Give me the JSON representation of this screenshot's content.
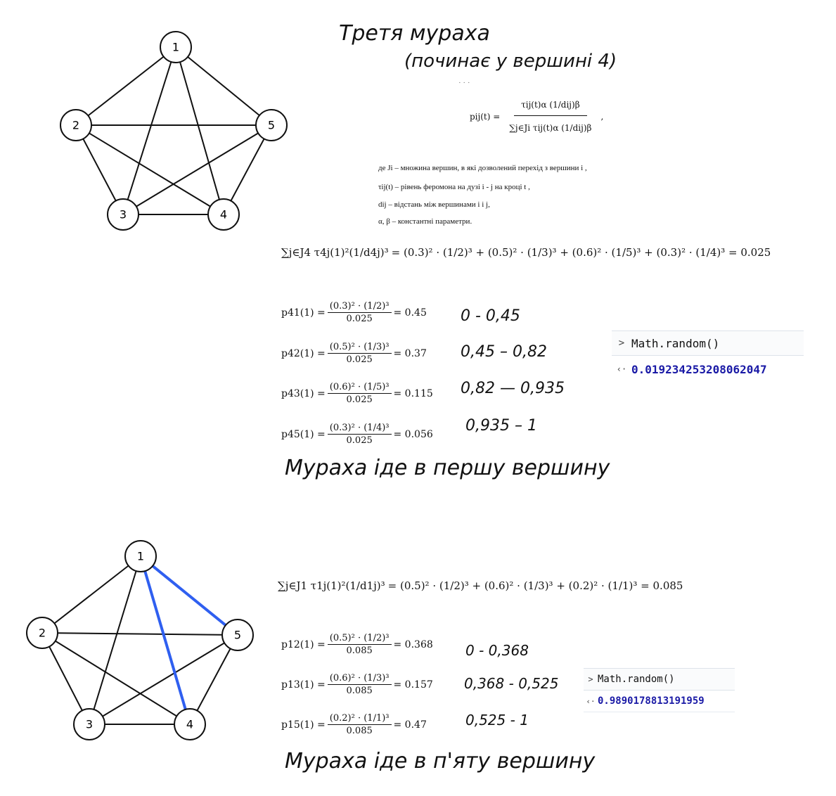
{
  "heading": {
    "line1": "Третя мураха",
    "line2": "(починає у вершині 4)",
    "dots": "· · ·"
  },
  "formula": {
    "lhs": "pij(t) =",
    "numerator": "τij(t)α (1/dij)β",
    "denominator": "∑j∈Ji τij(t)α (1/dij)β",
    "tail": ",",
    "notes": [
      "де Ji – множина вершин, в які дозволений перехід з вершини  i ,",
      "τij(t) – рівень феромона на дузі  i - j  на кроці  t  ,",
      "dij – відстань між вершинами  i  і  j,",
      "α, β – константні параметри."
    ]
  },
  "graphs": [
    {
      "nodes": [
        "1",
        "2",
        "3",
        "4",
        "5"
      ],
      "highlighted": []
    },
    {
      "nodes": [
        "1",
        "2",
        "3",
        "4",
        "5"
      ],
      "highlighted": [
        [
          "1",
          "5"
        ],
        [
          "1",
          "4"
        ]
      ],
      "highlight_color": "#2f5ff0"
    }
  ],
  "section1": {
    "sum_label": "∑j∈J4 τ4j(1)²(1/d4j)³",
    "sum_expr": "= (0.3)² · (1/2)³ + (0.5)² · (1/3)³ + (0.6)² · (1/5)³ + (0.3)² · (1/4)³ = 0.025",
    "probs": [
      {
        "lhs": "p41(1) =",
        "num": "(0.3)² · (1/2)³",
        "den": "0.025",
        "rhs": "= 0.45",
        "range": "0 - 0,45"
      },
      {
        "lhs": "p42(1) =",
        "num": "(0.5)² · (1/3)³",
        "den": "0.025",
        "rhs": "= 0.37",
        "range": "0,45 – 0,82"
      },
      {
        "lhs": "p43(1) =",
        "num": "(0.6)² · (1/5)³",
        "den": "0.025",
        "rhs": "= 0.115",
        "range": "0,82 — 0,935"
      },
      {
        "lhs": "p45(1) =",
        "num": "(0.3)² · (1/4)³",
        "den": "0.025",
        "rhs": "= 0.056",
        "range": "0,935 – 1"
      }
    ],
    "console": {
      "command": "Math.random()",
      "result": "0.019234253208062047",
      "prompt_in": ">",
      "prompt_out": "‹·"
    },
    "conclusion": "Мураха іде в першу вершину"
  },
  "section2": {
    "sum_label": "∑j∈J1 τ1j(1)²(1/d1j)³",
    "sum_expr": "= (0.5)² · (1/2)³ + (0.6)² · (1/3)³ + (0.2)² · (1/1)³ = 0.085",
    "probs": [
      {
        "lhs": "p12(1) =",
        "num": "(0.5)² · (1/2)³",
        "den": "0.085",
        "rhs": "= 0.368",
        "range": "0 - 0,368"
      },
      {
        "lhs": "p13(1) =",
        "num": "(0.6)² · (1/3)³",
        "den": "0.085",
        "rhs": "= 0.157",
        "range": "0,368 - 0,525"
      },
      {
        "lhs": "p15(1) =",
        "num": "(0.2)² · (1/1)³",
        "den": "0.085",
        "rhs": "= 0.47",
        "range": "0,525 - 1"
      }
    ],
    "console": {
      "command": "Math.random()",
      "result": "0.9890178813191959",
      "prompt_in": ">",
      "prompt_out": "‹·"
    },
    "conclusion": "Мураха іде в п'яту вершину"
  }
}
